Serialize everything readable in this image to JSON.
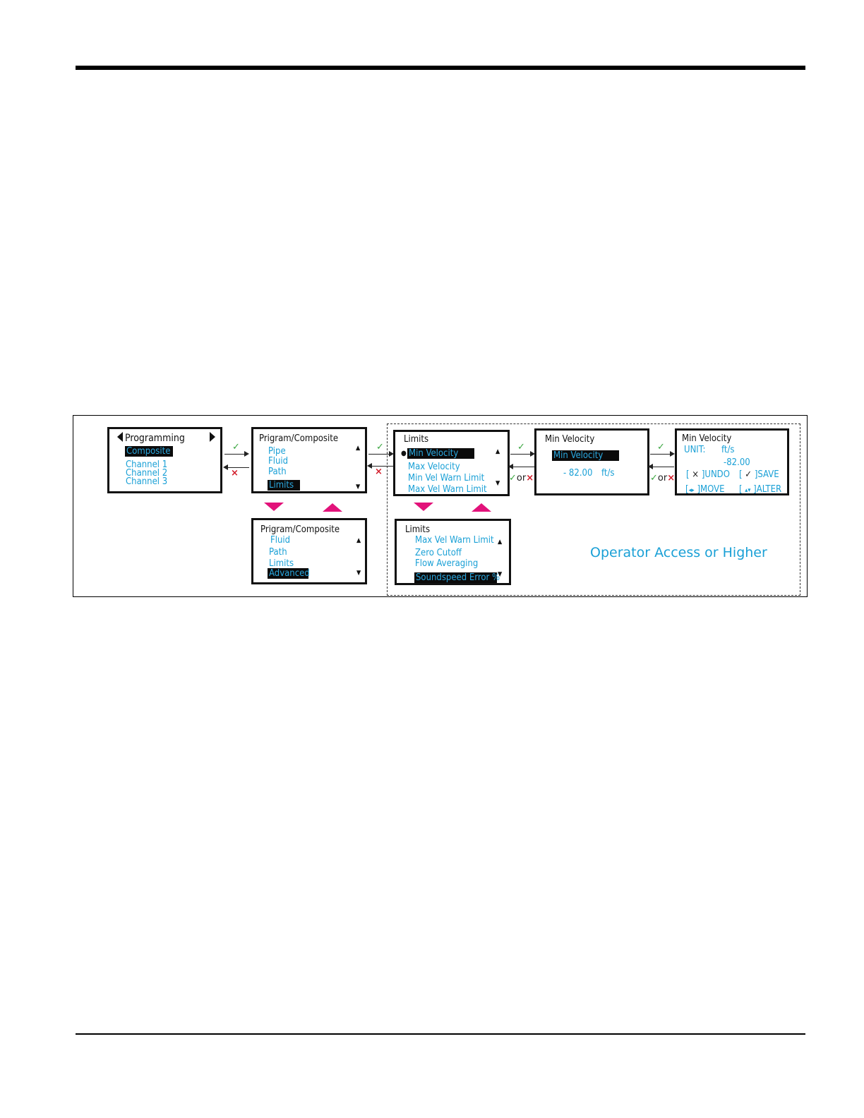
{
  "screens": {
    "s1": {
      "title": "Programming",
      "items": [
        "Composite",
        "Channel 1",
        "Channel 2",
        "Channel 3"
      ]
    },
    "s2": {
      "title": "Prigram/Composite",
      "items": [
        "Pipe",
        "Fluid",
        "Path",
        "Limits"
      ]
    },
    "s3": {
      "title": "Prigram/Composite",
      "items": [
        "Fluid",
        "Path",
        "Limits",
        "Advanced"
      ]
    },
    "s4": {
      "title": "Limits",
      "items": [
        "Min Velocity",
        "Max Velocity",
        "Min Vel Warn Limit",
        "Max Vel Warn Limit"
      ]
    },
    "s5": {
      "title": "Limits",
      "items": [
        "Max Vel Warn Limit",
        "Zero Cutoff",
        "Flow Averaging",
        "Soundspeed Error %"
      ]
    },
    "s6": {
      "title": "Min Velocity",
      "field": "Min Velocity",
      "value": "- 82.00",
      "unit": "ft/s"
    },
    "s7": {
      "title": "Min Velocity",
      "unit_label": "UNIT:",
      "unit": "ft/s",
      "value": "-82.00",
      "undo": "]UNDO",
      "save": "]SAVE",
      "move": "]MOVE",
      "alter": "]ALTER"
    }
  },
  "or_label": "or",
  "access_label": "Operator Access or Higher",
  "colors": {
    "accept": "#3aa640",
    "reject": "#d21c2a",
    "scroll": "#e2127a",
    "menu_text": "#1aa0d6"
  },
  "icons": [
    "check-icon",
    "x-icon",
    "arrow-left-icon",
    "arrow-right-icon",
    "scroll-up-icon",
    "scroll-down-icon",
    "bullet-icon"
  ]
}
